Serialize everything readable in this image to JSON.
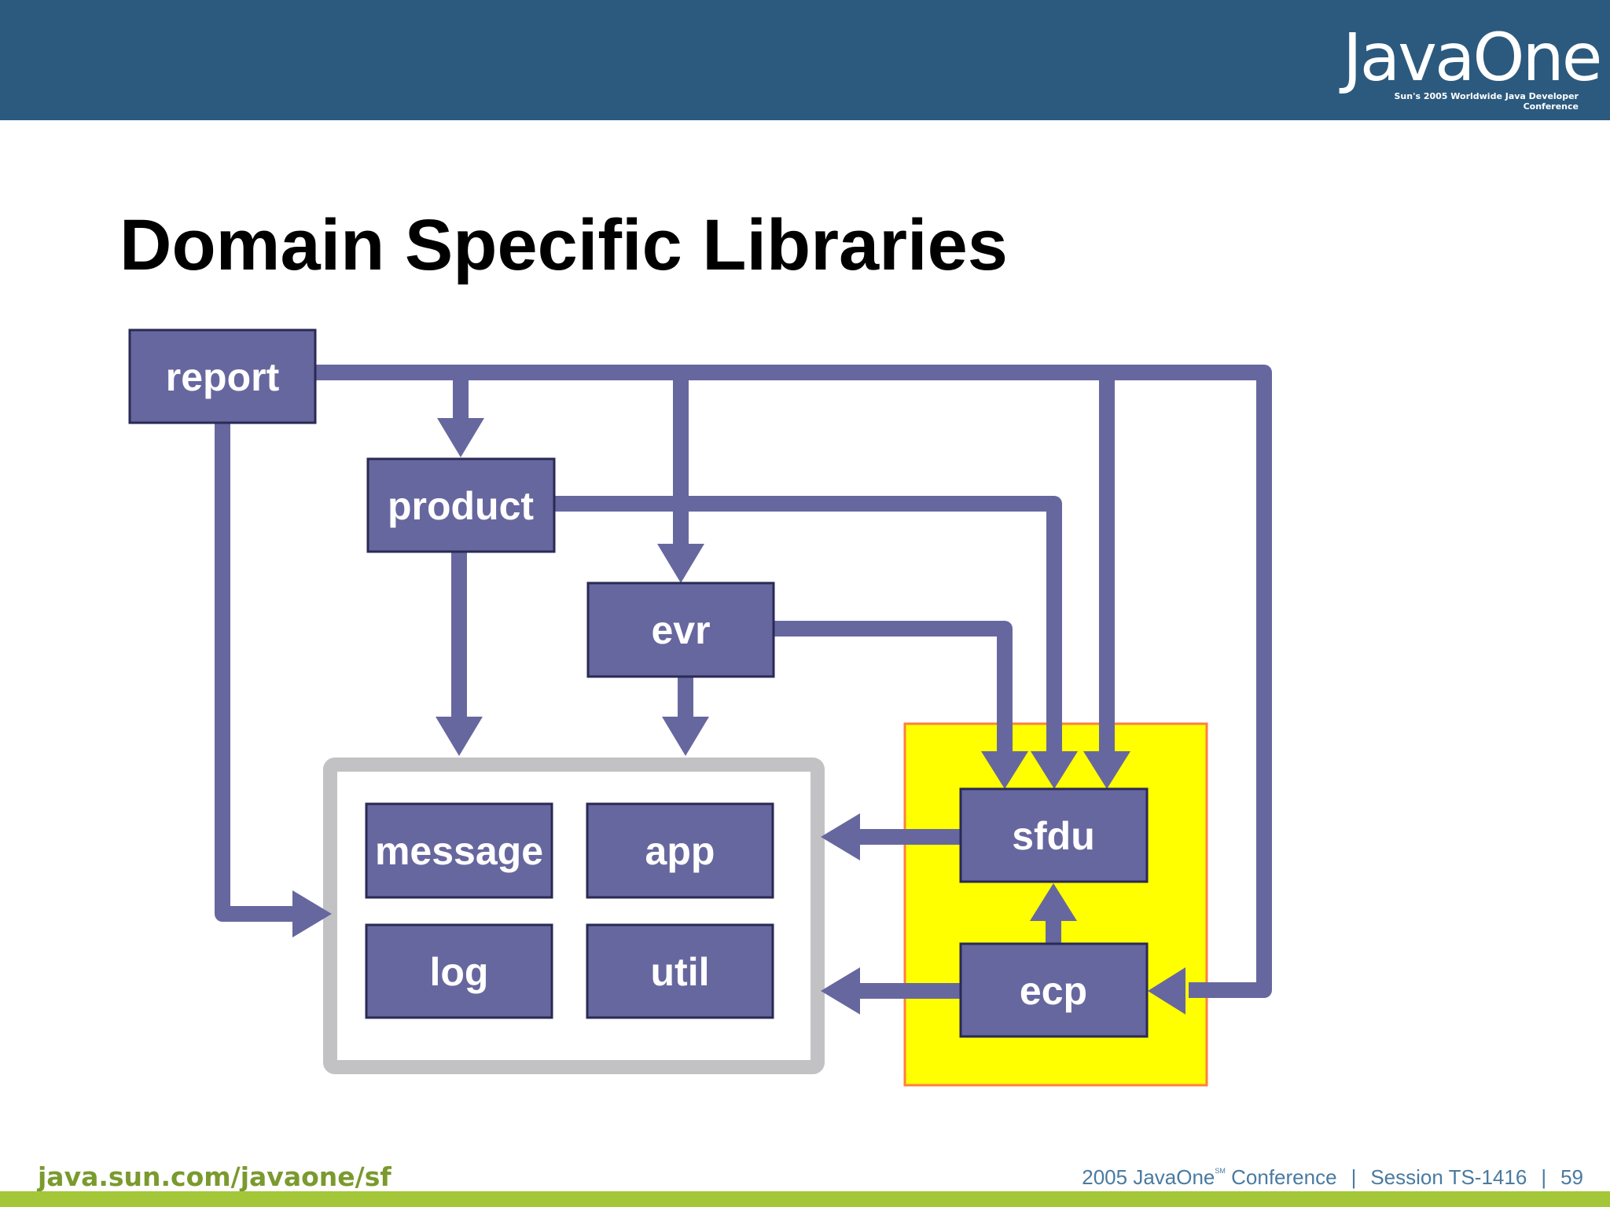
{
  "header": {
    "logo_text": "JavaOne",
    "logo_tagline": "Sun's 2005 Worldwide Java Developer Conference"
  },
  "slide": {
    "title": "Domain Specific Libraries"
  },
  "diagram": {
    "nodes": {
      "report": "report",
      "product": "product",
      "evr": "evr",
      "message": "message",
      "app": "app",
      "log": "log",
      "util": "util",
      "sfdu": "sfdu",
      "ecp": "ecp"
    },
    "colors": {
      "node_fill": "#67679f",
      "node_border": "#2a2a55",
      "arrow": "#67679f",
      "group_border": "#c2c2c4",
      "highlight_fill": "#ffff00",
      "highlight_border": "#ff7f3f"
    }
  },
  "footer": {
    "url": "java.sun.com/javaone/sf",
    "conference_prefix": "2005 JavaOne",
    "conference_mark": "SM",
    "conference_suffix": "Conference",
    "session": "Session TS-1416",
    "page_number": "59",
    "separator": "|"
  }
}
